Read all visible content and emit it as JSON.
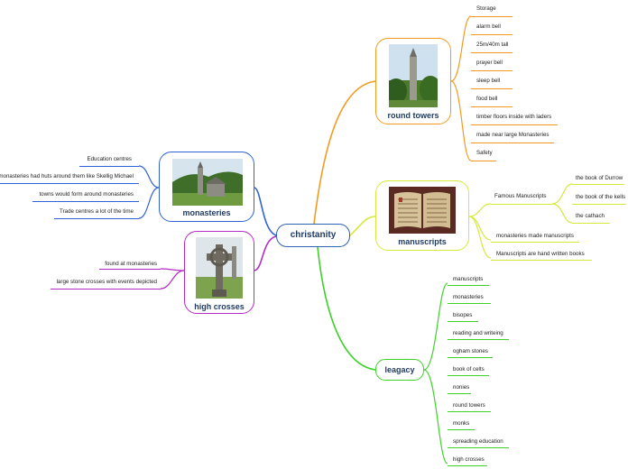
{
  "center": {
    "label": "christanity"
  },
  "round_towers": {
    "label": "round towers",
    "items": [
      "Storage",
      "alarm bell",
      "25m/40m tall",
      "prayer bell",
      "sleep bell",
      "food bell",
      "timber floors inside with laders",
      "made near large Monasteries",
      "Safety"
    ],
    "color": "#f39a1e",
    "image_icon": "round-tower-photo"
  },
  "manuscripts": {
    "label": "manuscripts",
    "famous_label": "Famous Manuscripts",
    "famous_items": [
      "the book of Durrow",
      "the book of the kells",
      "the cathach"
    ],
    "items": [
      "monasteries made  manuscripts",
      "Manuscripts are hand written books"
    ],
    "color": "#d6e83a",
    "image_icon": "manuscript-photo"
  },
  "leagacy": {
    "label": "leagacy",
    "items": [
      "manuscripts",
      "monasteries",
      "bisopes",
      "reading and writeing",
      "ogham stones",
      "book of celts",
      "nonies",
      "round towers",
      "monks",
      "spreading education",
      "high crosses"
    ],
    "color": "#3ed12a"
  },
  "monasteries": {
    "label": "monasteries",
    "items": [
      "Education centres",
      "monasteries had huts around them like Skellig Michael",
      "towns would form around monasteries",
      "Trade centres a lot of the time"
    ],
    "color": "#2e62d6",
    "image_icon": "monastery-photo"
  },
  "high_crosses": {
    "label": "high crosses",
    "items": [
      "found at monasteries",
      "large stone crosses with events depicted"
    ],
    "color": "#b32bc4",
    "image_icon": "celtic-cross-photo"
  }
}
